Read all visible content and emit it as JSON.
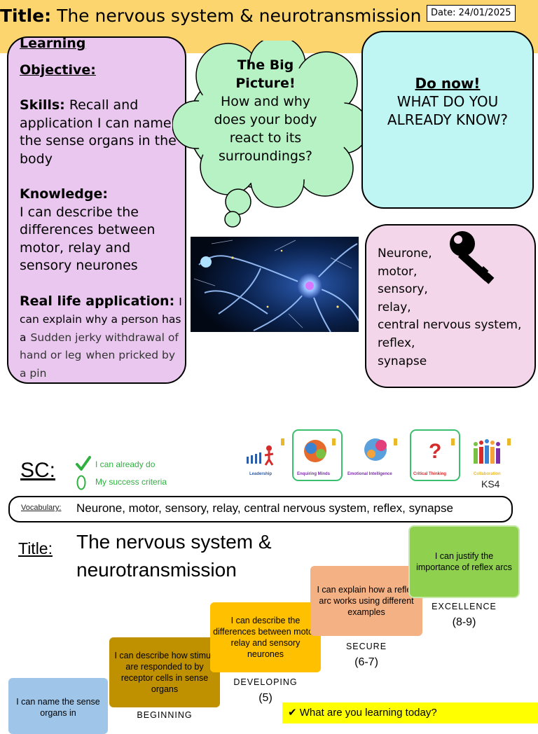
{
  "header": {
    "title_prefix": "Title:",
    "title": "The nervous system & neurotransmission",
    "date": "Date: 24/01/2025"
  },
  "learning_objective": {
    "heading_line1": "Learning",
    "heading_line2": "Objective:",
    "skills_label": "Skills:",
    "skills_text": "Recall and application I can name the sense organs in the body",
    "knowledge_label": "Knowledge:",
    "knowledge_text": "I can describe the differences between motor, relay and sensory neurones",
    "real_life_label": "Real life application:",
    "real_life_text_a": "I can explain why a person has a",
    "real_life_text_b": "Sudden jerky withdrawal of hand or leg",
    "real_life_text_c": "when pricked by a pin"
  },
  "big_picture": {
    "heading": "The Big Picture!",
    "text": "How and why does your body react to its surroundings?"
  },
  "do_now": {
    "heading": "Do now!",
    "text": "WHAT DO YOU ALREADY KNOW?"
  },
  "keywords": {
    "icon": "key-icon",
    "items": [
      "Neurone,",
      "motor,",
      "sensory,",
      "relay,",
      "central nervous system,",
      "reflex,",
      "synapse"
    ]
  },
  "success_criteria": {
    "label": "SC:",
    "already_do": "I can already do",
    "my_criteria": "My success criteria",
    "skills": [
      "Leadership",
      "Enquiring Minds",
      "Emotional Intelligence",
      "Critical Thinking",
      "Collaboration"
    ],
    "key_stage": "KS4"
  },
  "vocabulary": {
    "label": "Vocabulary:",
    "text": "Neurone, motor, sensory, relay, central nervous system, reflex, synapse"
  },
  "title2": {
    "label": "Title:",
    "text": "The nervous system & neurotransmission"
  },
  "steps": [
    {
      "text": "I can name the sense organs in",
      "level": "BEGINNING",
      "grade": "",
      "color": "#9fc5e8"
    },
    {
      "text": "I can describe how stimuli are responded to by receptor cells in sense organs",
      "level": "DEVELOPING",
      "grade": "(5)",
      "color": "#bf9000"
    },
    {
      "text": "I can describe the differences between motor, relay and sensory neurones",
      "level": "SECURE",
      "grade": "(6-7)",
      "color": "#ffc000"
    },
    {
      "text": "I can explain how a reflex arc works using different examples",
      "level": "EXCELLENCE",
      "grade": "(8-9)",
      "color": "#f4b183"
    },
    {
      "text": "I can justify the importance of reflex arcs",
      "level": "",
      "grade": "",
      "color": "#8fd14f"
    }
  ],
  "learning_today": "✔  What are you learning today?",
  "colors": {
    "header": "#fcd56f",
    "objective_box": "#eac7ef",
    "cloud": "#b7f2c4",
    "do_now_box": "#bff5f3",
    "keywords_box": "#f4d6ea",
    "highlight": "#ffff00"
  }
}
